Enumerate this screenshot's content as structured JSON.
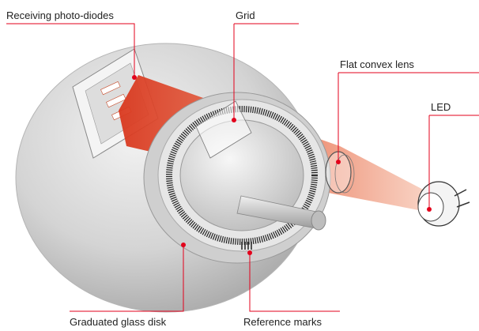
{
  "labels": {
    "receiving_photodiodes": "Receiving photo-diodes",
    "grid": "Grid",
    "flat_convex_lens": "Flat convex lens",
    "led": "LED",
    "graduated_glass_disk": "Graduated glass disk",
    "reference_marks": "Reference marks"
  },
  "colors": {
    "accent": "#e3001b",
    "beam": "#e8694a",
    "disk": "#c9c9c9"
  }
}
